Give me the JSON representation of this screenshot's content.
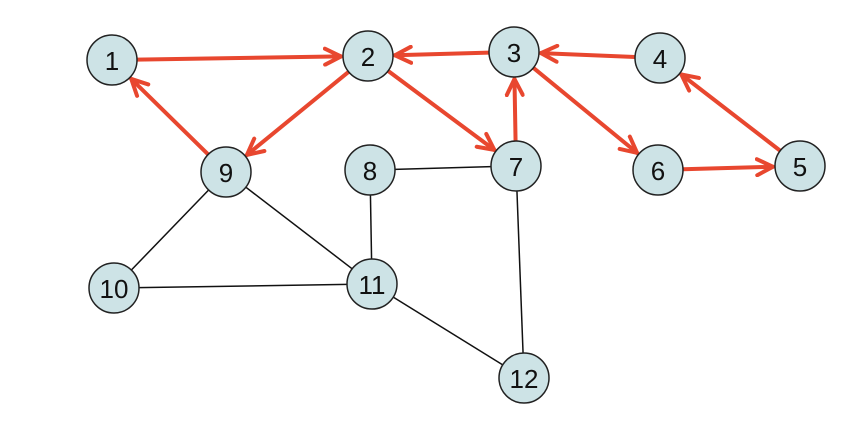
{
  "graph": {
    "colors": {
      "node_fill": "#cde3e6",
      "node_stroke": "#222222",
      "edge": "#111111",
      "directed_edge": "#e8472f"
    },
    "nodes": [
      {
        "id": "1",
        "label": "1"
      },
      {
        "id": "2",
        "label": "2"
      },
      {
        "id": "3",
        "label": "3"
      },
      {
        "id": "4",
        "label": "4"
      },
      {
        "id": "5",
        "label": "5"
      },
      {
        "id": "6",
        "label": "6"
      },
      {
        "id": "7",
        "label": "7"
      },
      {
        "id": "8",
        "label": "8"
      },
      {
        "id": "9",
        "label": "9"
      },
      {
        "id": "10",
        "label": "10"
      },
      {
        "id": "11",
        "label": "11"
      },
      {
        "id": "12",
        "label": "12"
      }
    ],
    "directed_edges": [
      {
        "from": "1",
        "to": "2"
      },
      {
        "from": "3",
        "to": "2"
      },
      {
        "from": "4",
        "to": "3"
      },
      {
        "from": "2",
        "to": "9"
      },
      {
        "from": "2",
        "to": "7"
      },
      {
        "from": "9",
        "to": "1"
      },
      {
        "from": "7",
        "to": "3"
      },
      {
        "from": "3",
        "to": "6"
      },
      {
        "from": "6",
        "to": "5"
      },
      {
        "from": "5",
        "to": "4"
      }
    ],
    "undirected_edges": [
      {
        "from": "8",
        "to": "7"
      },
      {
        "from": "8",
        "to": "11"
      },
      {
        "from": "9",
        "to": "10"
      },
      {
        "from": "9",
        "to": "11"
      },
      {
        "from": "10",
        "to": "11"
      },
      {
        "from": "11",
        "to": "12"
      },
      {
        "from": "7",
        "to": "12"
      }
    ]
  }
}
